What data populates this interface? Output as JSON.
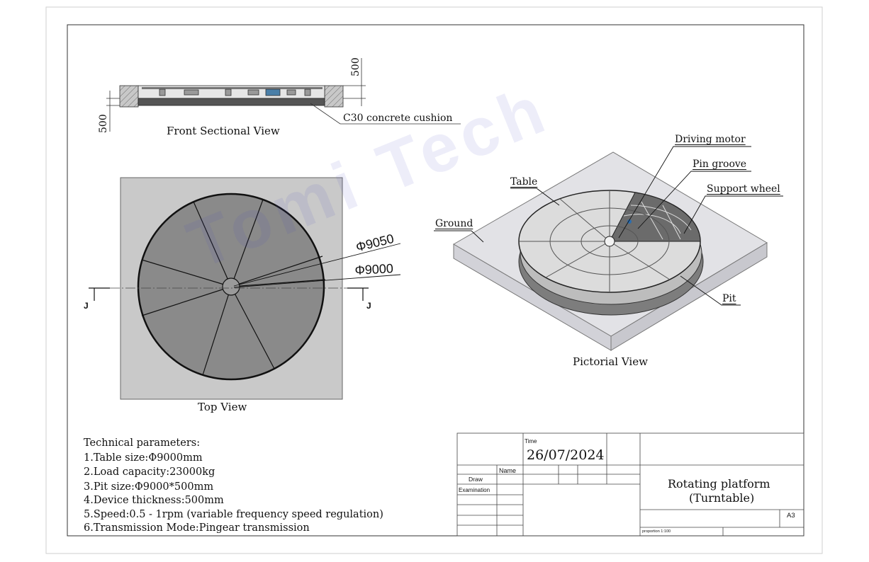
{
  "views": {
    "front_title": "Front Sectional View",
    "top_title": "Top View",
    "pictorial_title": "Pictorial View"
  },
  "front_view": {
    "dim_top": "500",
    "dim_left": "500",
    "concrete_label": "C30 concrete cushion"
  },
  "top_view": {
    "dia_outer": "Φ9050",
    "dia_inner": "Φ9000",
    "section_left": "J",
    "section_right": "J"
  },
  "pictorial_labels": {
    "driving_motor": "Driving motor",
    "pin_groove": "Pin groove",
    "support_wheel": "Support wheel",
    "table": "Table",
    "ground": "Ground",
    "pit": "Pit"
  },
  "watermark": "Tomi Tech",
  "parameters": {
    "heading": "Technical parameters:",
    "items": [
      "1.Table size:Φ9000mm",
      "2.Load capacity:23000kg",
      "3.Pit size:Φ9000*500mm",
      "4.Device thickness:500mm",
      "5.Speed:0.5 - 1rpm (variable frequency speed   regulation)",
      "6.Transmission Mode:Pingear transmission"
    ]
  },
  "title_block": {
    "time_label": "Time",
    "date": "26/07/2024",
    "name_label": "Name",
    "draw_label": "Draw",
    "examination_label": "Examination",
    "title_line1": "Rotating platform",
    "title_line2": "(Turntable)",
    "sheet_size": "A3",
    "proportion": "proportion 1:100"
  },
  "colors": {
    "line": "#1a1a1a",
    "pit_gray": "#c9c9c9",
    "table_gray": "#8a8a8a",
    "watermark": "#5050c8"
  }
}
